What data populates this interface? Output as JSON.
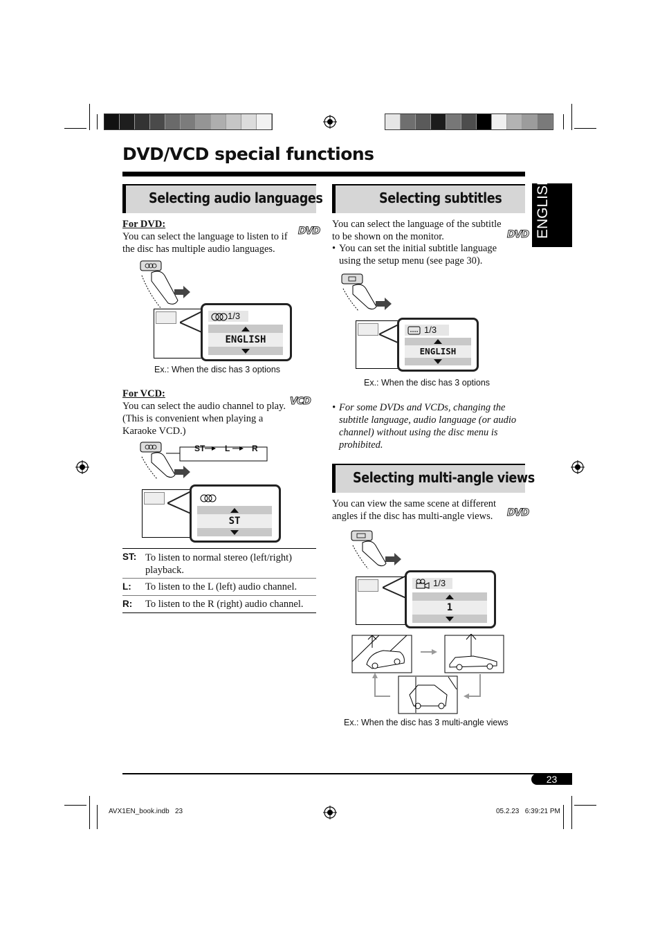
{
  "page": {
    "title": "DVD/VCD special functions",
    "language_tab": "ENGLISH",
    "page_number": "23",
    "footer_left": "AVX1EN_book.indb   23",
    "footer_right": "05.2.23   6:39:21 PM"
  },
  "colors": {
    "left_swatches": [
      "#111111",
      "#1e1e1e",
      "#333333",
      "#4a4a4a",
      "#6a6a6a",
      "#7c7c7c",
      "#959595",
      "#aeaeae",
      "#c6c6c6",
      "#dcdcdc",
      "#f2f2f2"
    ],
    "right_swatches": [
      "#e6e6e6",
      "#6f6f6f",
      "#5a5a5a",
      "#1c1c1c",
      "#777777",
      "#4d4d4d",
      "#000000",
      "#f0f0f0",
      "#b3b3b3",
      "#9c9c9c",
      "#7a7a7a"
    ],
    "section_header_bg": "#d6d6d6"
  },
  "audio": {
    "heading": "Selecting audio languages",
    "dvd": {
      "label": "For DVD:",
      "text": "You can select the language to listen to if the disc has multiple audio languages.",
      "badge": "DVD",
      "osd_count": "1/3",
      "osd_value": "ENGLISH",
      "caption": "Ex.: When the disc has 3 options"
    },
    "vcd": {
      "label": "For VCD:",
      "text": "You can select the audio channel to play. (This is convenient when playing a Karaoke VCD.)",
      "badge": "VCD",
      "cycle": [
        "ST",
        "L",
        "R"
      ],
      "osd_value": "ST"
    },
    "definitions": [
      {
        "key": "ST:",
        "text": "To listen to normal stereo (left/right) playback."
      },
      {
        "key": "L:",
        "text": "To listen to the L (left) audio channel."
      },
      {
        "key": "R:",
        "text": "To listen to the R (right) audio channel."
      }
    ]
  },
  "subtitles": {
    "heading": "Selecting subtitles",
    "text": "You can select the language of the subtitle to be shown on the monitor.",
    "bullet": "You can set the initial subtitle language using the setup menu (see page 30).",
    "badge": "DVD",
    "osd_count": "1/3",
    "osd_value": "ENGLISH",
    "caption": "Ex.: When the disc has 3 options",
    "note": "For some DVDs and VCDs, changing the subtitle language, audio language (or audio channel) without using the disc menu is prohibited."
  },
  "angles": {
    "heading": "Selecting multi-angle views",
    "text": "You can view the same scene at different angles if the disc has multi-angle views.",
    "badge": "DVD",
    "osd_count": "1/3",
    "osd_value": "1",
    "caption": "Ex.: When the disc has 3 multi-angle views"
  }
}
